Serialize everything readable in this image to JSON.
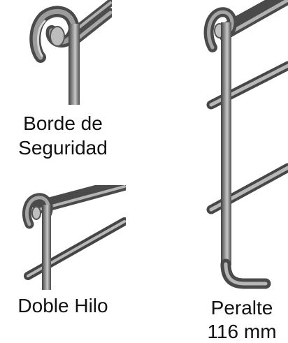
{
  "captions": {
    "edge_line1": "Borde de",
    "edge_line2": "Seguridad",
    "double_wire": "Doble Hilo",
    "height_line1": "Peralte",
    "height_line2": "116 mm"
  },
  "colors": {
    "background": "#ffffff",
    "wire_dark": "#4a4a4a",
    "wire_mid": "#7c7c7c",
    "wire_light": "#c6c6c6",
    "text": "#111111"
  }
}
